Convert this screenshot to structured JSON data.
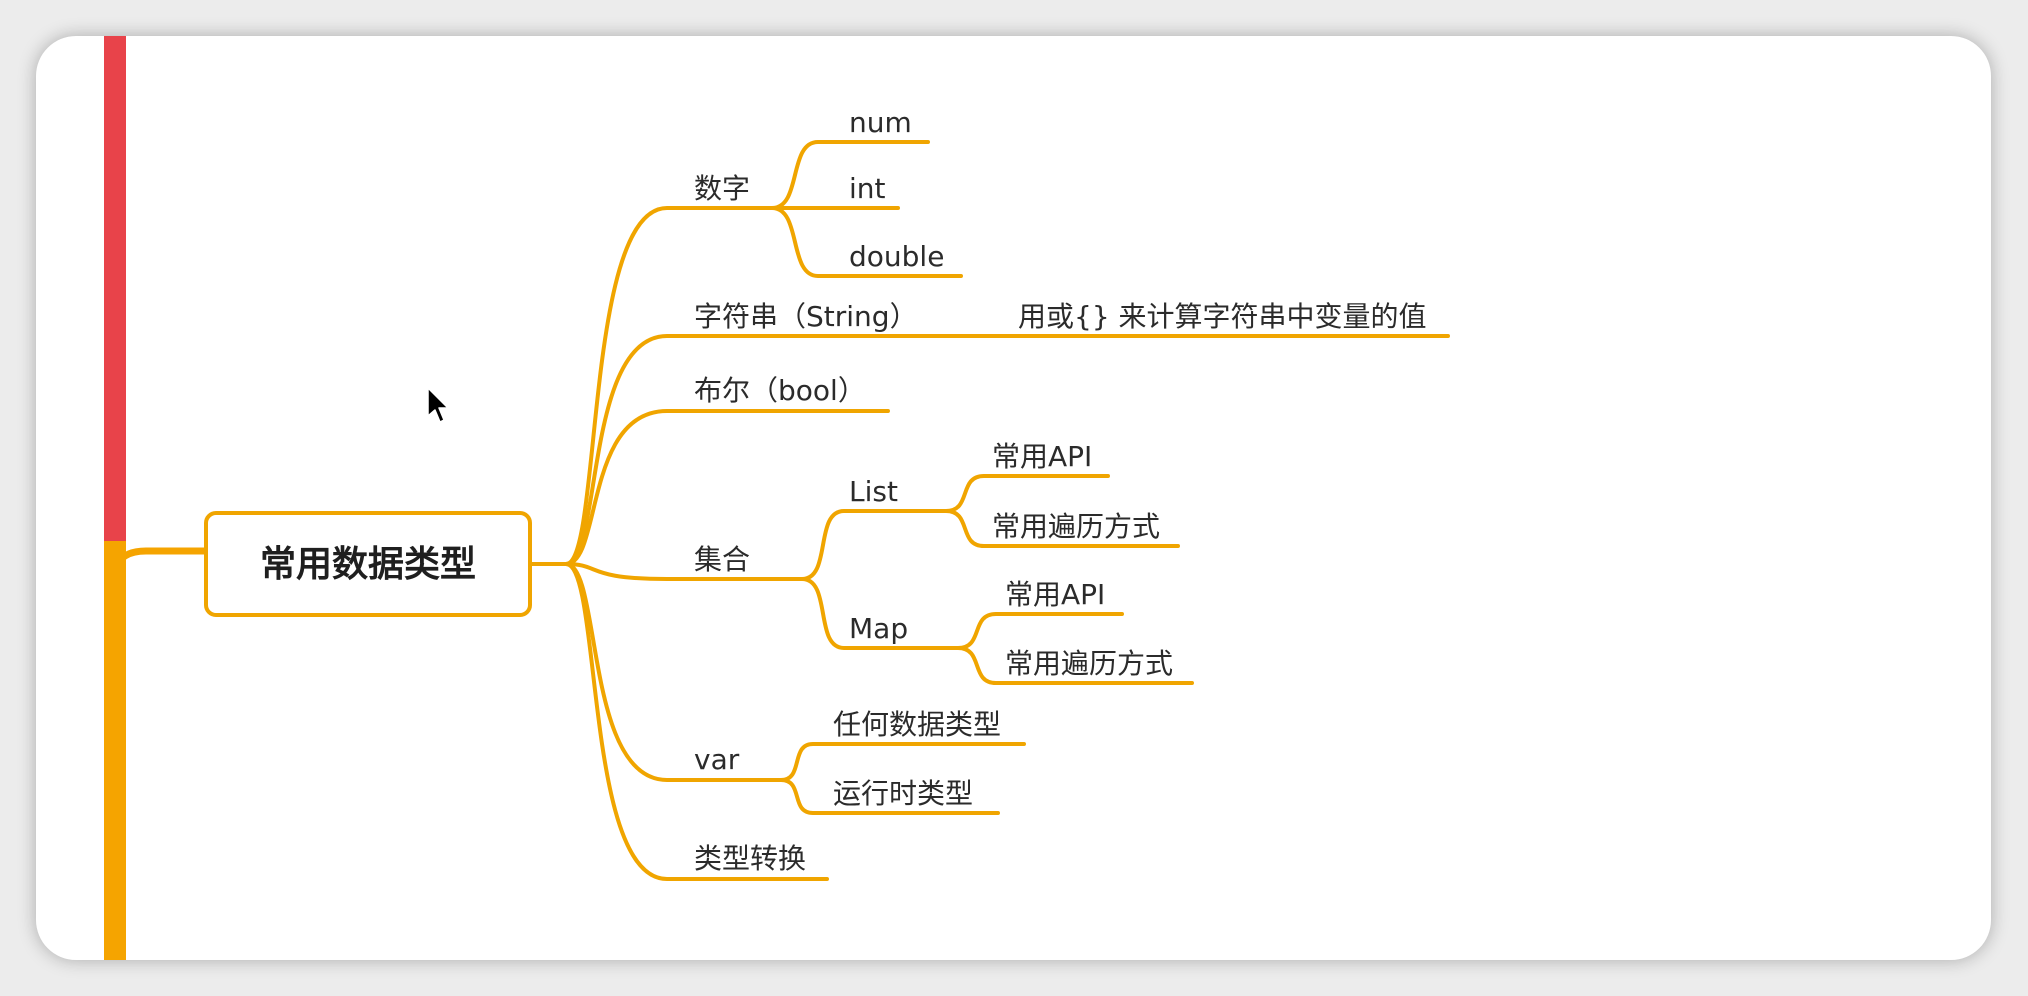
{
  "colors": {
    "branch": "#F0A500",
    "left_bar_top": "#E8434A",
    "left_bar_bottom": "#F5A400",
    "text": "#2b2b2b"
  },
  "mindmap": {
    "root": "常用数据类型",
    "nodes": {
      "number": "数字",
      "num": "num",
      "int": "int",
      "double": "double",
      "string": "字符串（String）",
      "string_note": "用或{} 来计算字符串中变量的值",
      "bool": "布尔（bool）",
      "collection": "集合",
      "list": "List",
      "list_api": "常用API",
      "list_iter": "常用遍历方式",
      "map": "Map",
      "map_api": "常用API",
      "map_iter": "常用遍历方式",
      "var": "var",
      "var_any": "任何数据类型",
      "var_runtime": "运行时类型",
      "conversion": "类型转换"
    }
  },
  "cursor_icon": "mouse-pointer-icon"
}
